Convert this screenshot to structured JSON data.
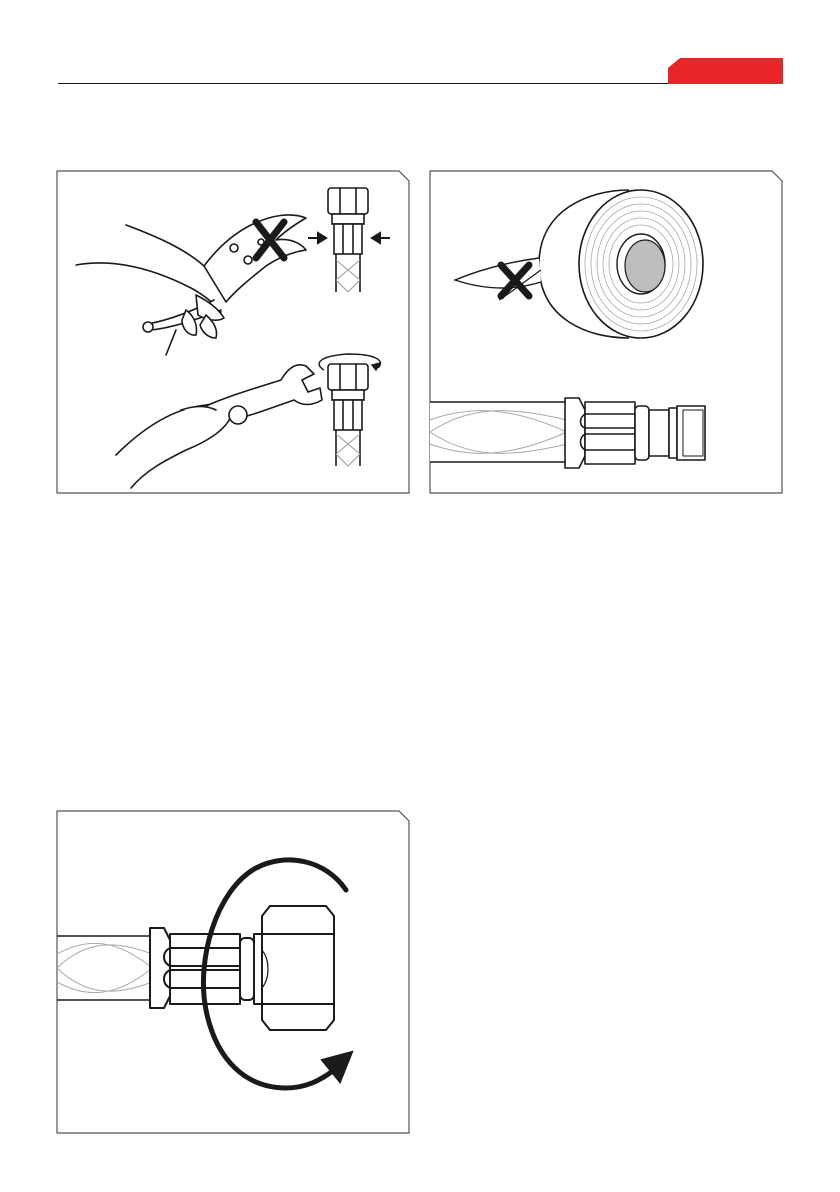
{
  "page": {
    "accent_color": "#e8262a",
    "line_color": "#1a1a1a"
  },
  "panels": [
    {
      "id": "tools",
      "icons": [
        "pliers-icon",
        "wrench-icon",
        "hex-nut-icon",
        "prohibited-x-icon",
        "squeeze-arrows-icon",
        "rotate-arrow-icon"
      ]
    },
    {
      "id": "tape",
      "icons": [
        "ptfe-tape-roll-icon",
        "prohibited-x-icon",
        "hose-fitting-icon"
      ]
    },
    {
      "id": "turn",
      "icons": [
        "hose-nut-icon",
        "clockwise-arrow-icon"
      ]
    }
  ]
}
